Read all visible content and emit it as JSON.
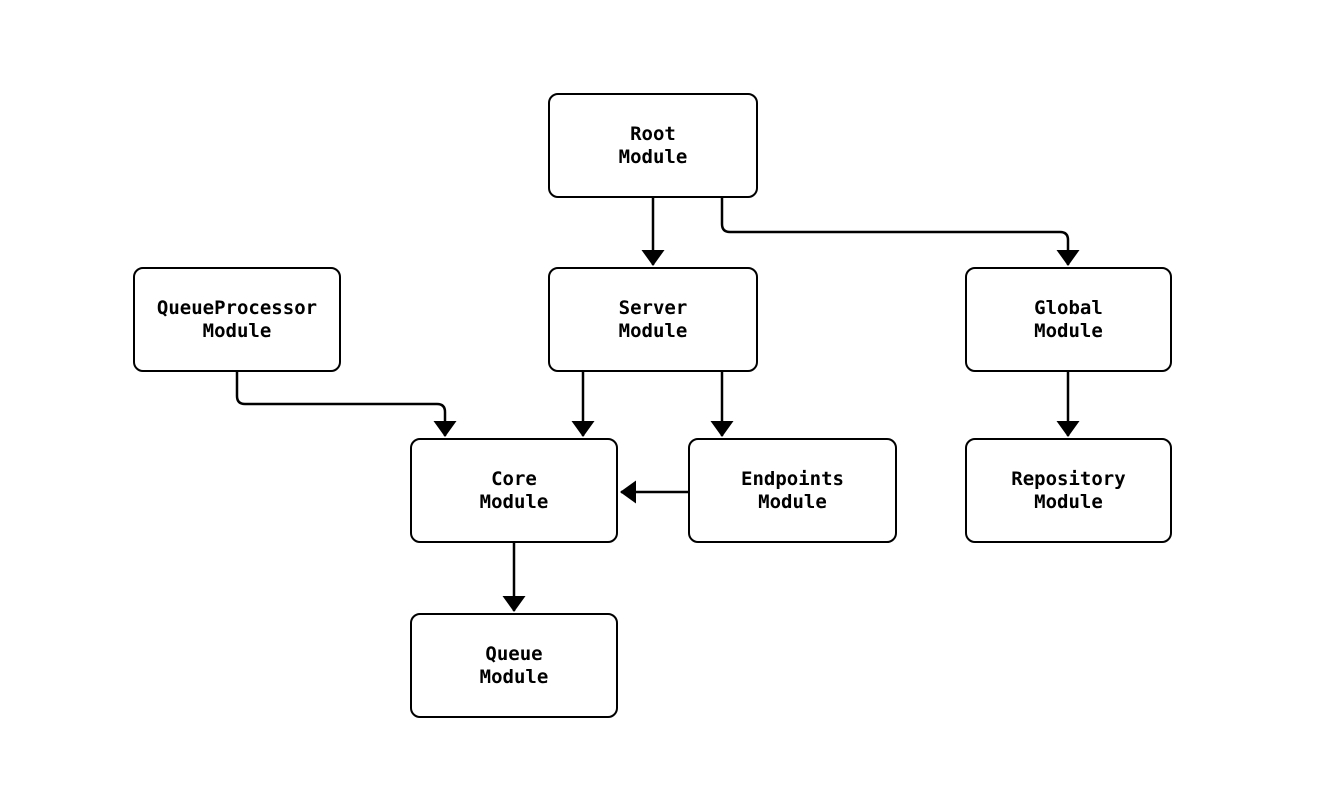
{
  "diagram": {
    "background_color": "#ffffff",
    "line_color": "#000000",
    "text_color": "#000000",
    "nodes": [
      {
        "id": "root",
        "label": "Root\nModule"
      },
      {
        "id": "queueprocessor",
        "label": "QueueProcessor\nModule"
      },
      {
        "id": "server",
        "label": "Server\nModule"
      },
      {
        "id": "global",
        "label": "Global\nModule"
      },
      {
        "id": "core",
        "label": "Core\nModule"
      },
      {
        "id": "endpoints",
        "label": "Endpoints\nModule"
      },
      {
        "id": "repository",
        "label": "Repository\nModule"
      },
      {
        "id": "queue",
        "label": "Queue\nModule"
      }
    ],
    "edges": [
      {
        "from": "Root Module",
        "to": "Server Module"
      },
      {
        "from": "Root Module",
        "to": "Global Module"
      },
      {
        "from": "QueueProcessor Module",
        "to": "Core Module"
      },
      {
        "from": "Server Module",
        "to": "Core Module"
      },
      {
        "from": "Server Module",
        "to": "Endpoints Module"
      },
      {
        "from": "Endpoints Module",
        "to": "Core Module"
      },
      {
        "from": "Global Module",
        "to": "Repository Module"
      },
      {
        "from": "Core Module",
        "to": "Queue Module"
      }
    ]
  }
}
